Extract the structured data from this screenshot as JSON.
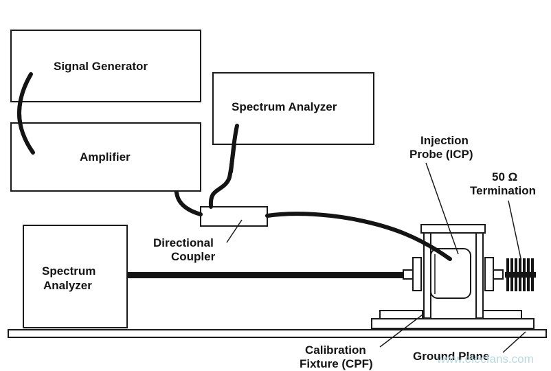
{
  "labels": {
    "signal_generator": "Signal Generator",
    "amplifier": "Amplifier",
    "spectrum_analyzer_top": "Spectrum Analyzer",
    "spectrum_analyzer_bottom_line1": "Spectrum",
    "spectrum_analyzer_bottom_line2": "Analyzer",
    "directional_coupler_line1": "Directional",
    "directional_coupler_line2": "Coupler",
    "injection_probe_line1": "Injection",
    "injection_probe_line2": "Probe (ICP)",
    "termination_line1": "50 Ω",
    "termination_line2": "Termination",
    "calibration_fixture_line1": "Calibration",
    "calibration_fixture_line2": "Fixture (CPF)",
    "ground_plane": "Ground Plane"
  },
  "watermark": "www.elecfans.com",
  "colors": {
    "ink": "#141414",
    "watermark": "#b9d7df"
  }
}
